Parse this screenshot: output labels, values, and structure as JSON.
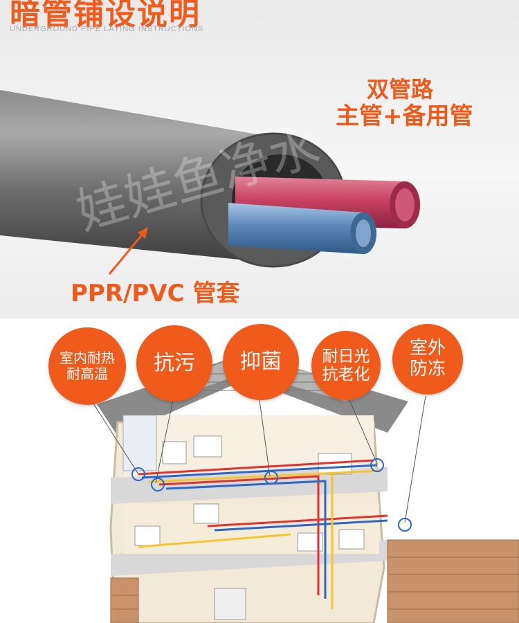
{
  "header": {
    "title": "暗管铺设说明",
    "subtitle": "UNDERGROUND PIPE LAYING INSTRUCTIONS"
  },
  "pipe_section": {
    "callout_line1": "双管路",
    "callout_line2": "主管+备用管",
    "sleeve_label": "PPR/PVC 管套",
    "watermark": "娃娃鱼净水",
    "colors": {
      "accent": "#f05a1a",
      "hot_pipe": "#c9425e",
      "cold_pipe": "#5b86b5",
      "sleeve": "#5a5a5a"
    }
  },
  "features": [
    {
      "line1": "室内耐热",
      "line2": "耐高温"
    },
    {
      "line1": "抗污",
      "line2": ""
    },
    {
      "line1": "抑菌",
      "line2": ""
    },
    {
      "line1": "耐日光",
      "line2": "抗老化"
    },
    {
      "line1": "室外",
      "line2": "防冻"
    }
  ]
}
